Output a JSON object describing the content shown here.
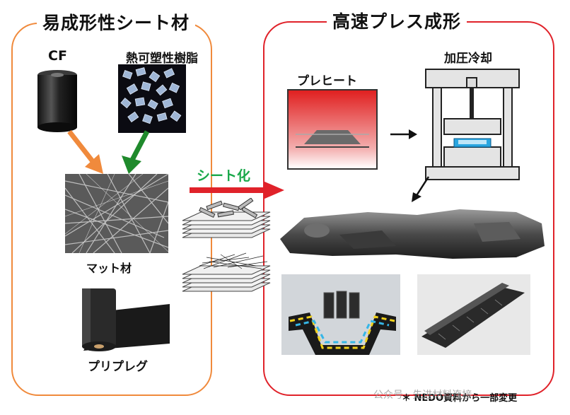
{
  "left_panel": {
    "title": "易成形性シート材",
    "labels": {
      "cf": "CF",
      "resin": "熱可塑性樹脂",
      "mat": "マット材",
      "prepreg": "プリプレグ"
    }
  },
  "center": {
    "arrow_label": "シート化"
  },
  "right_panel": {
    "title": "高速プレス成形",
    "labels": {
      "preheat": "プレヒート",
      "press": "加圧冷却"
    }
  },
  "footer": {
    "source_note": "＊ NEDO資料から一部変更",
    "watermark": "公众号 · 先进材料连接"
  },
  "colors": {
    "left_border": "#f08a3c",
    "right_border": "#e0222a",
    "orange_arrow": "#f08a3c",
    "green_arrow": "#1f8a2c",
    "green_text": "#19a84a",
    "red_arrow": "#e0222a"
  }
}
